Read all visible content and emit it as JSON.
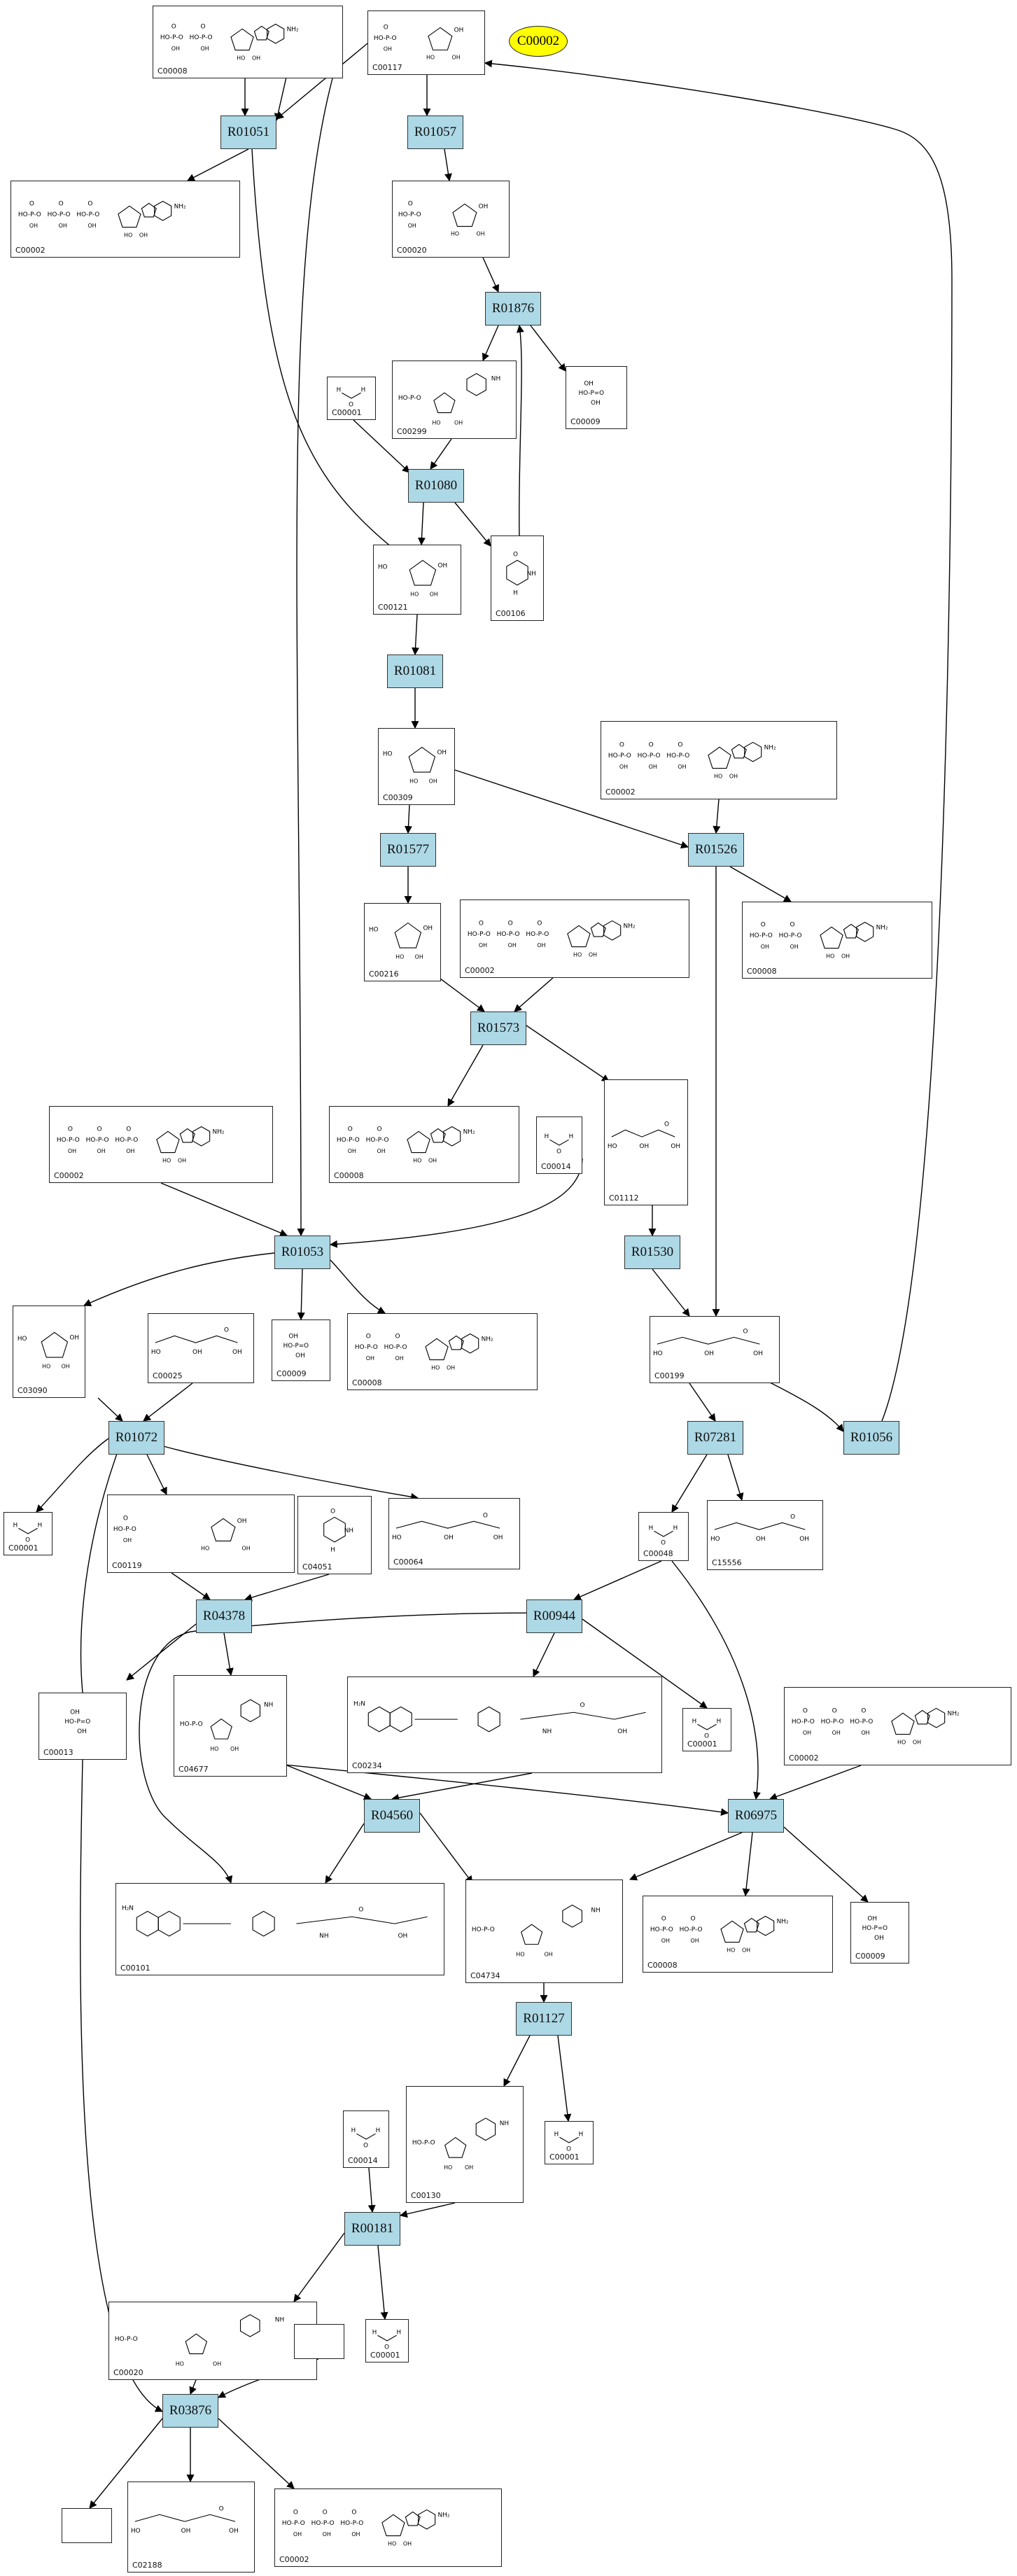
{
  "selected_compound": "C00002",
  "reactions": {
    "R01051": "R01051",
    "R01057": "R01057",
    "R01876": "R01876",
    "R01080": "R01080",
    "R01081": "R01081",
    "R01577": "R01577",
    "R01526": "R01526",
    "R01573": "R01573",
    "R01530": "R01530",
    "R01053": "R01053",
    "R01072": "R01072",
    "R07281": "R07281",
    "R01056": "R01056",
    "R04378": "R04378",
    "R00944": "R00944",
    "R04560": "R04560",
    "R06975": "R06975",
    "R01127": "R01127",
    "R00181": "R00181",
    "R03876": "R03876"
  },
  "compounds": {
    "c_adp_top": "C00008",
    "c_r5p_top": "C00117",
    "c_atp_1": "C00002",
    "c_ump": "C00020",
    "c_pi_1": "C00009",
    "c_h2o_1": "C00001",
    "c_uridine": "C00299",
    "c_ribose": "C00121",
    "c_uracil": "C00106",
    "c_c00309": "C00309",
    "c_atp_2": "C00002",
    "c_c00216": "C00216",
    "c_atp_3": "C00002",
    "c_adp_2": "C00008",
    "c_atp_4": "C00002",
    "c_adp_3": "C00008",
    "c_nh3_1": "C00014",
    "c_c01112": "C01112",
    "c_c03090": "C03090",
    "c_gln": "C00025",
    "c_pi_2": "C00009",
    "c_adp_4": "C00008",
    "c_c00199": "C00199",
    "c_h2o_2": "C00001",
    "c_prpp": "C00119",
    "c_c04051": "C04051",
    "c_c00064": "C00064",
    "c_c00048": "C00048",
    "c_c15556": "C15556",
    "c_c00013": "C00013",
    "c_c04677": "C04677",
    "c_c00234": "C00234",
    "c_h2o_3": "C00001",
    "c_atp_5": "C00002",
    "c_c00101": "C00101",
    "c_c04734": "C04734",
    "c_adp_5": "C00008",
    "c_pi_3": "C00009",
    "c_imp": "C00130",
    "c_h2o_4": "C00001",
    "c_nh3_2": "C00014",
    "c_amp": "C00020",
    "c_h2o_5": "C00001",
    "c_c02188": "C02188",
    "c_atp_6": "C00002"
  },
  "colors": {
    "reaction_fill": "#add8e6",
    "selected_fill": "#ffff00",
    "edge": "#000000"
  }
}
